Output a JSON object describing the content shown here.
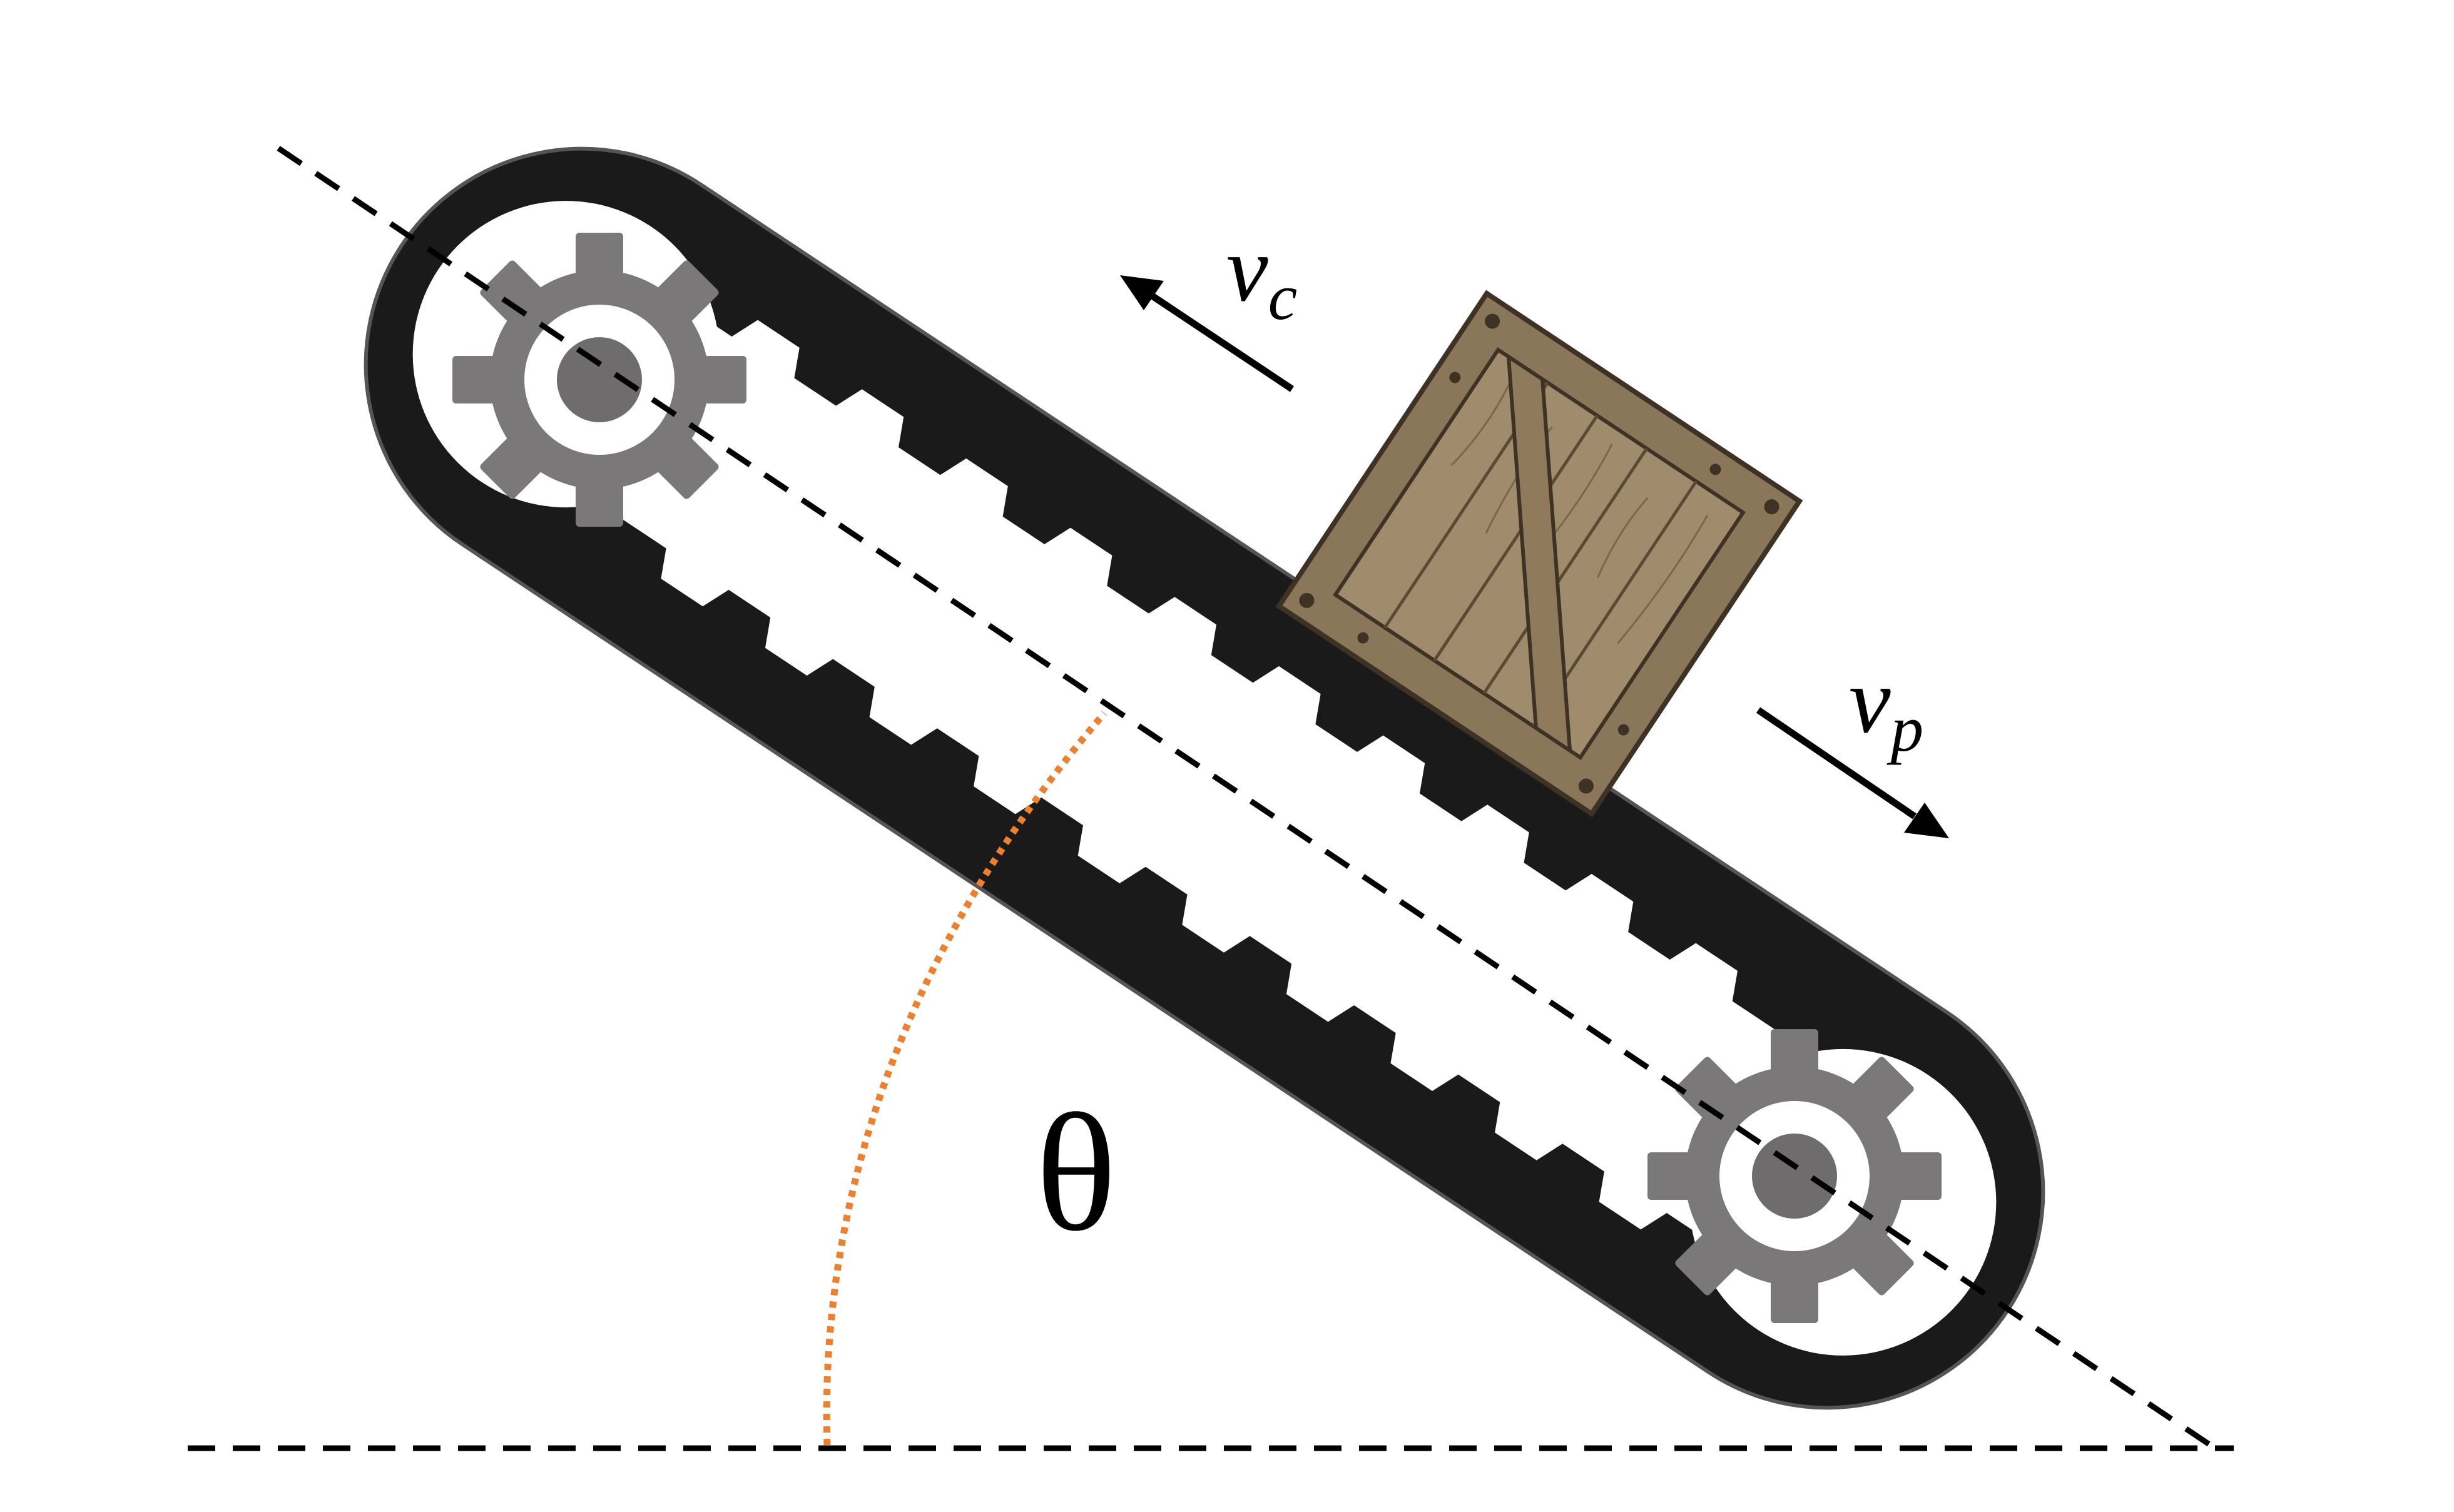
{
  "labels": {
    "conveyor_velocity": {
      "symbol": "v",
      "subscript": "c"
    },
    "package_velocity": {
      "symbol": "v",
      "subscript": "p"
    },
    "angle": "θ"
  },
  "colors": {
    "belt": "#1a1a1a",
    "gear": "#7a7878",
    "gear_hub": "#6e6c6c",
    "crate_wood": "#a08c6c",
    "crate_frame": "#8a7658",
    "crate_outline": "#3e3225",
    "angle_arc": "#ee7f2d",
    "guide_lines": "#000000"
  }
}
